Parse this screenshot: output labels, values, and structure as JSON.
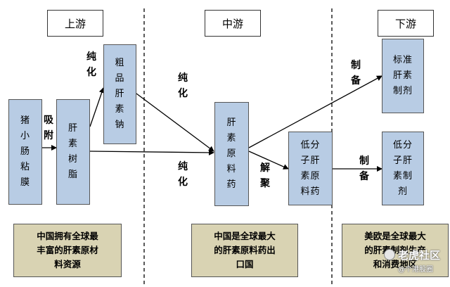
{
  "stages": {
    "upstream": "上游",
    "midstream": "中游",
    "downstream": "下游"
  },
  "nodes": {
    "pig_mucosa": "猪\n小\n肠\n粘\n膜",
    "heparin_resin": "肝\n素\n树\n脂",
    "crude_heparin": "粗\n品\n肝\n素\n钠",
    "heparin_api": "肝\n素\n原\n料\n药",
    "lmwh_api": "低分\n子肝\n素原\n料药",
    "standard_heparin": "标准\n肝素\n制剂",
    "lmwh_preparation": "低分\n子肝\n素制\n剂"
  },
  "edge_labels": {
    "adsorb": "吸\n附",
    "purify_top": "纯\n化",
    "purify_mid": "纯\n化",
    "purify_low": "纯\n化",
    "depolymerize": "解\n聚",
    "prepare_top": "制\n备",
    "prepare_low": "制\n备"
  },
  "notes": {
    "upstream": "中国拥有全球最\n丰富的肝素原材\n料资源",
    "midstream": "中国是全球最大\n的肝素原料药出\n口国",
    "downstream": "美欧是全球最大\n的肝素制剂生产\n和消费地区"
  },
  "watermark": {
    "brand": "老虎社区",
    "sub": "@个港股圈"
  },
  "colors": {
    "node_fill": "#b8cce4",
    "note_fill": "#d9d3b3",
    "arrow": "#000000"
  }
}
